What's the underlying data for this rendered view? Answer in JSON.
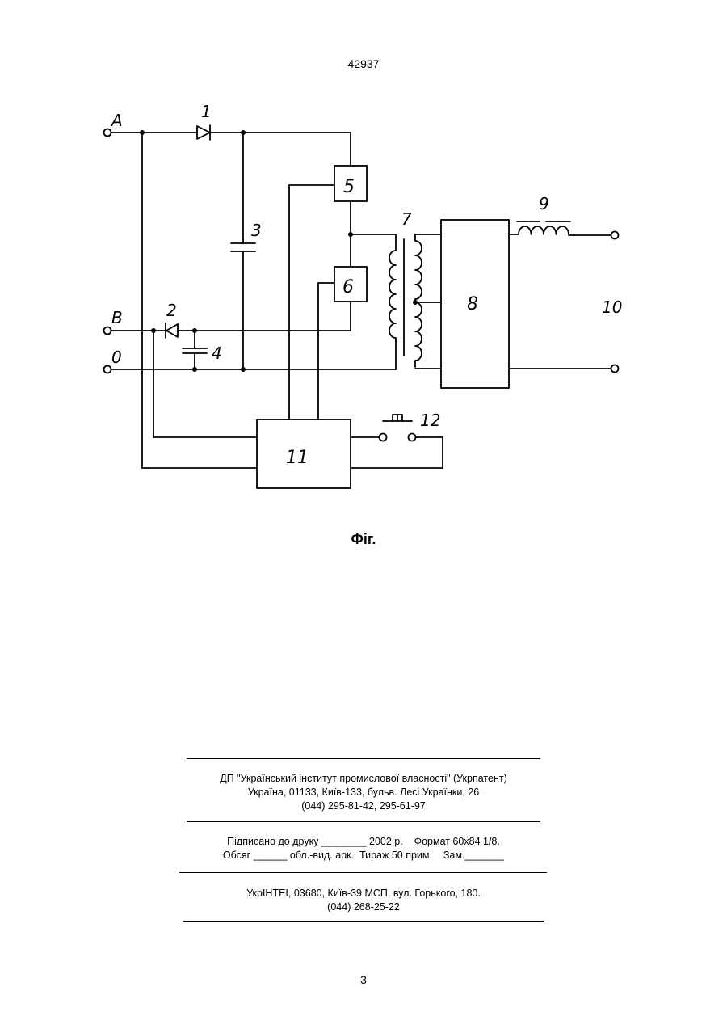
{
  "header": {
    "page_number": "42937"
  },
  "diagram": {
    "terminals": {
      "A": "A",
      "B": "B",
      "O": "0",
      "output": "10"
    },
    "components": {
      "c1": "1",
      "c2": "2",
      "c3": "3",
      "c4": "4",
      "c5": "5",
      "c6": "6",
      "c7": "7",
      "c8": "8",
      "c9": "9",
      "c11": "11",
      "c12": "12"
    },
    "caption": "Фіг."
  },
  "imprint": {
    "publisher": {
      "line1": "ДП \"Український інститут промислової власності\" (Укрпатент)",
      "line2": "Україна, 01133, Київ-133, бульв. Лесі Українки, 26",
      "line3": "(044) 295-81-42, 295-61-97"
    },
    "print_info": {
      "line1": "Підписано до друку ________ 2002 р.    Формат 60х84 1/8.",
      "line2": "Обсяг ______ обл.-вид. арк.  Тираж 50 прим.    Зам._______"
    },
    "printer": {
      "line1": "УкрІНТЕІ, 03680, Київ-39 МСП, вул. Горького, 180.",
      "line2": "(044) 268-25-22"
    }
  },
  "footer": {
    "page_number": "3"
  }
}
